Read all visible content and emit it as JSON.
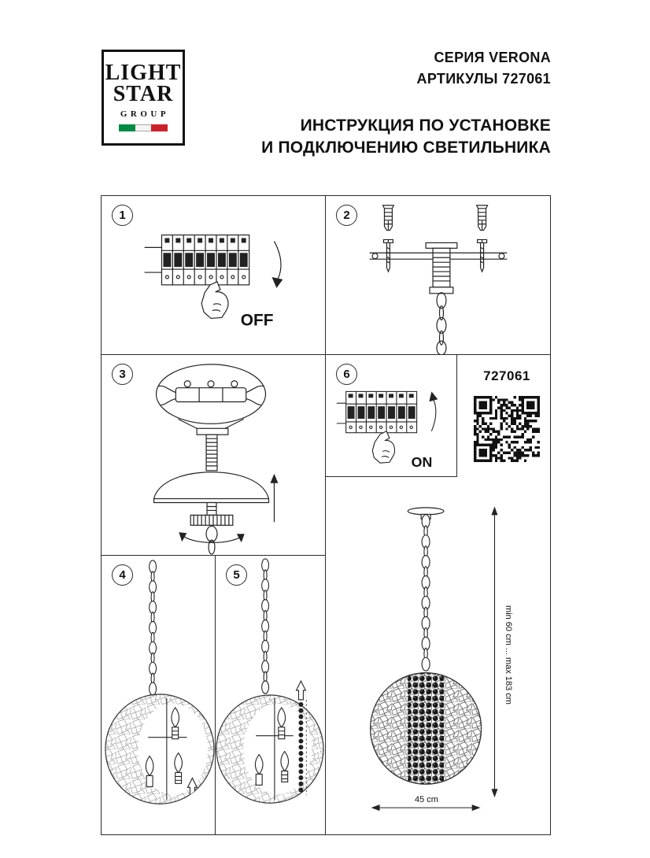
{
  "logo": {
    "line1": "LIGHT",
    "line2": "STAR",
    "line3": "GROUP",
    "flag_green": "#008C45",
    "flag_white": "#F4F5F0",
    "flag_red": "#CD212A"
  },
  "header": {
    "series": "СЕРИЯ VERONA",
    "articles": "АРТИКУЛЫ 727061",
    "title1": "ИНСТРУКЦИЯ ПО УСТАНОВКЕ",
    "title2": "И ПОДКЛЮЧЕНИЮ СВЕТИЛЬНИКА"
  },
  "steps": {
    "s1": "1",
    "s2": "2",
    "s3": "3",
    "s4": "4",
    "s5": "5",
    "s6": "6",
    "off_label": "OFF",
    "on_label": "ON"
  },
  "product": {
    "article": "727061",
    "dim_vertical": "min 60 cm ... max 183 cm",
    "dim_horizontal": "45 cm"
  },
  "colors": {
    "line": "#222222",
    "text": "#111111"
  }
}
